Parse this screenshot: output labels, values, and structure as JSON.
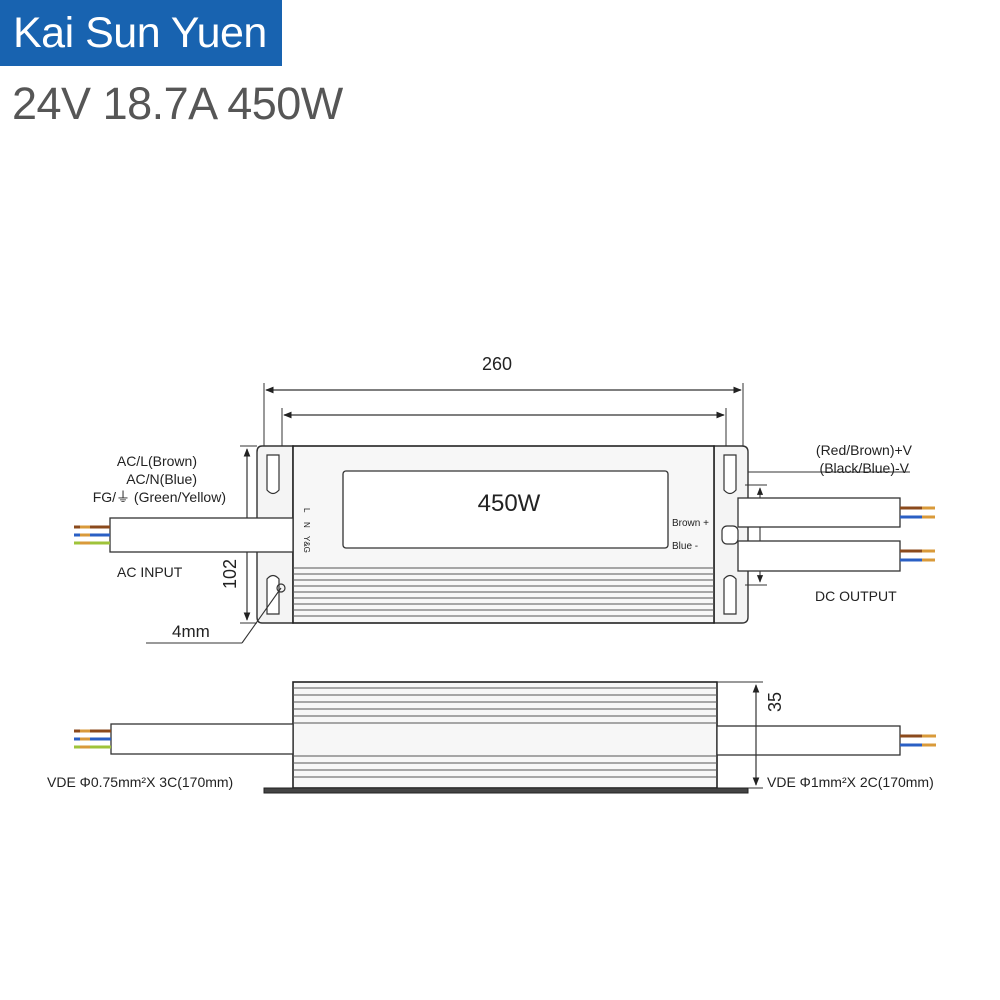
{
  "brand": {
    "name": "Kai Sun Yuen",
    "color": "#1863b0"
  },
  "product": {
    "spec": "24V 18.7A 450W"
  },
  "top_view": {
    "label_panel_text": "450W",
    "dim_length": "260",
    "dim_width": "102",
    "dim_hole": "4mm",
    "pin_labels": [
      "L",
      "N",
      "Y&G"
    ],
    "output_labels": [
      "Brown +",
      "Blue  -"
    ]
  },
  "input": {
    "lines": [
      "AC/L(Brown)",
      "AC/N(Blue)",
      "FG/⏚ (Green/Yellow)"
    ],
    "caption": "AC INPUT",
    "cable_spec": "VDE Φ0.75mm²X 3C(170mm)"
  },
  "output": {
    "lines": [
      "(Red/Brown)+V",
      "(Black/Blue)-V"
    ],
    "caption": "DC OUTPUT",
    "cable_spec": "VDE Φ1mm²X 2C(170mm)"
  },
  "side_view": {
    "dim_height": "35"
  },
  "wire_colors": {
    "brown": "#8b4a1c",
    "blue": "#2a5fc4",
    "green_yellow": "#9fc33a",
    "copper": "#d99a3a"
  }
}
